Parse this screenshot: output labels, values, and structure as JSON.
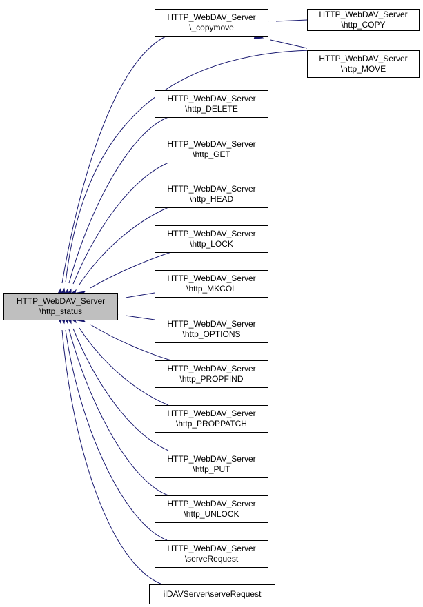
{
  "focus_node": {
    "id": "http_status",
    "lines": [
      "HTTP_WebDAV_Server",
      "\\http_status"
    ]
  },
  "nodes": [
    {
      "id": "copymove",
      "lines": [
        "HTTP_WebDAV_Server",
        "\\_copymove"
      ]
    },
    {
      "id": "http_COPY",
      "lines": [
        "HTTP_WebDAV_Server",
        "\\http_COPY"
      ]
    },
    {
      "id": "http_MOVE",
      "lines": [
        "HTTP_WebDAV_Server",
        "\\http_MOVE"
      ]
    },
    {
      "id": "http_DELETE",
      "lines": [
        "HTTP_WebDAV_Server",
        "\\http_DELETE"
      ]
    },
    {
      "id": "http_GET",
      "lines": [
        "HTTP_WebDAV_Server",
        "\\http_GET"
      ]
    },
    {
      "id": "http_HEAD",
      "lines": [
        "HTTP_WebDAV_Server",
        "\\http_HEAD"
      ]
    },
    {
      "id": "http_LOCK",
      "lines": [
        "HTTP_WebDAV_Server",
        "\\http_LOCK"
      ]
    },
    {
      "id": "http_MKCOL",
      "lines": [
        "HTTP_WebDAV_Server",
        "\\http_MKCOL"
      ]
    },
    {
      "id": "http_OPTIONS",
      "lines": [
        "HTTP_WebDAV_Server",
        "\\http_OPTIONS"
      ]
    },
    {
      "id": "http_PROPFIND",
      "lines": [
        "HTTP_WebDAV_Server",
        "\\http_PROPFIND"
      ]
    },
    {
      "id": "http_PROPPATCH",
      "lines": [
        "HTTP_WebDAV_Server",
        "\\http_PROPPATCH"
      ]
    },
    {
      "id": "http_PUT",
      "lines": [
        "HTTP_WebDAV_Server",
        "\\http_PUT"
      ]
    },
    {
      "id": "http_UNLOCK",
      "lines": [
        "HTTP_WebDAV_Server",
        "\\http_UNLOCK"
      ]
    },
    {
      "id": "serveRequest",
      "lines": [
        "HTTP_WebDAV_Server",
        "\\serveRequest"
      ]
    },
    {
      "id": "ilDAVServer_serveRequest",
      "lines": [
        "ilDAVServer\\serveRequest"
      ]
    }
  ],
  "edges": [
    {
      "from": "copymove",
      "to": "http_status"
    },
    {
      "from": "http_COPY",
      "to": "copymove"
    },
    {
      "from": "http_MOVE",
      "to": "copymove"
    },
    {
      "from": "http_MOVE",
      "to": "http_status"
    },
    {
      "from": "http_DELETE",
      "to": "http_status"
    },
    {
      "from": "http_GET",
      "to": "http_status"
    },
    {
      "from": "http_HEAD",
      "to": "http_status"
    },
    {
      "from": "http_LOCK",
      "to": "http_status"
    },
    {
      "from": "http_MKCOL",
      "to": "http_status"
    },
    {
      "from": "http_OPTIONS",
      "to": "http_status"
    },
    {
      "from": "http_PROPFIND",
      "to": "http_status"
    },
    {
      "from": "http_PROPPATCH",
      "to": "http_status"
    },
    {
      "from": "http_PUT",
      "to": "http_status"
    },
    {
      "from": "http_UNLOCK",
      "to": "http_status"
    },
    {
      "from": "serveRequest",
      "to": "http_status"
    },
    {
      "from": "ilDAVServer_serveRequest",
      "to": "http_status"
    }
  ],
  "colors": {
    "edge": "#191970",
    "focus_fill": "#bfbfbf",
    "node_fill": "#ffffff",
    "node_border": "#000000"
  }
}
